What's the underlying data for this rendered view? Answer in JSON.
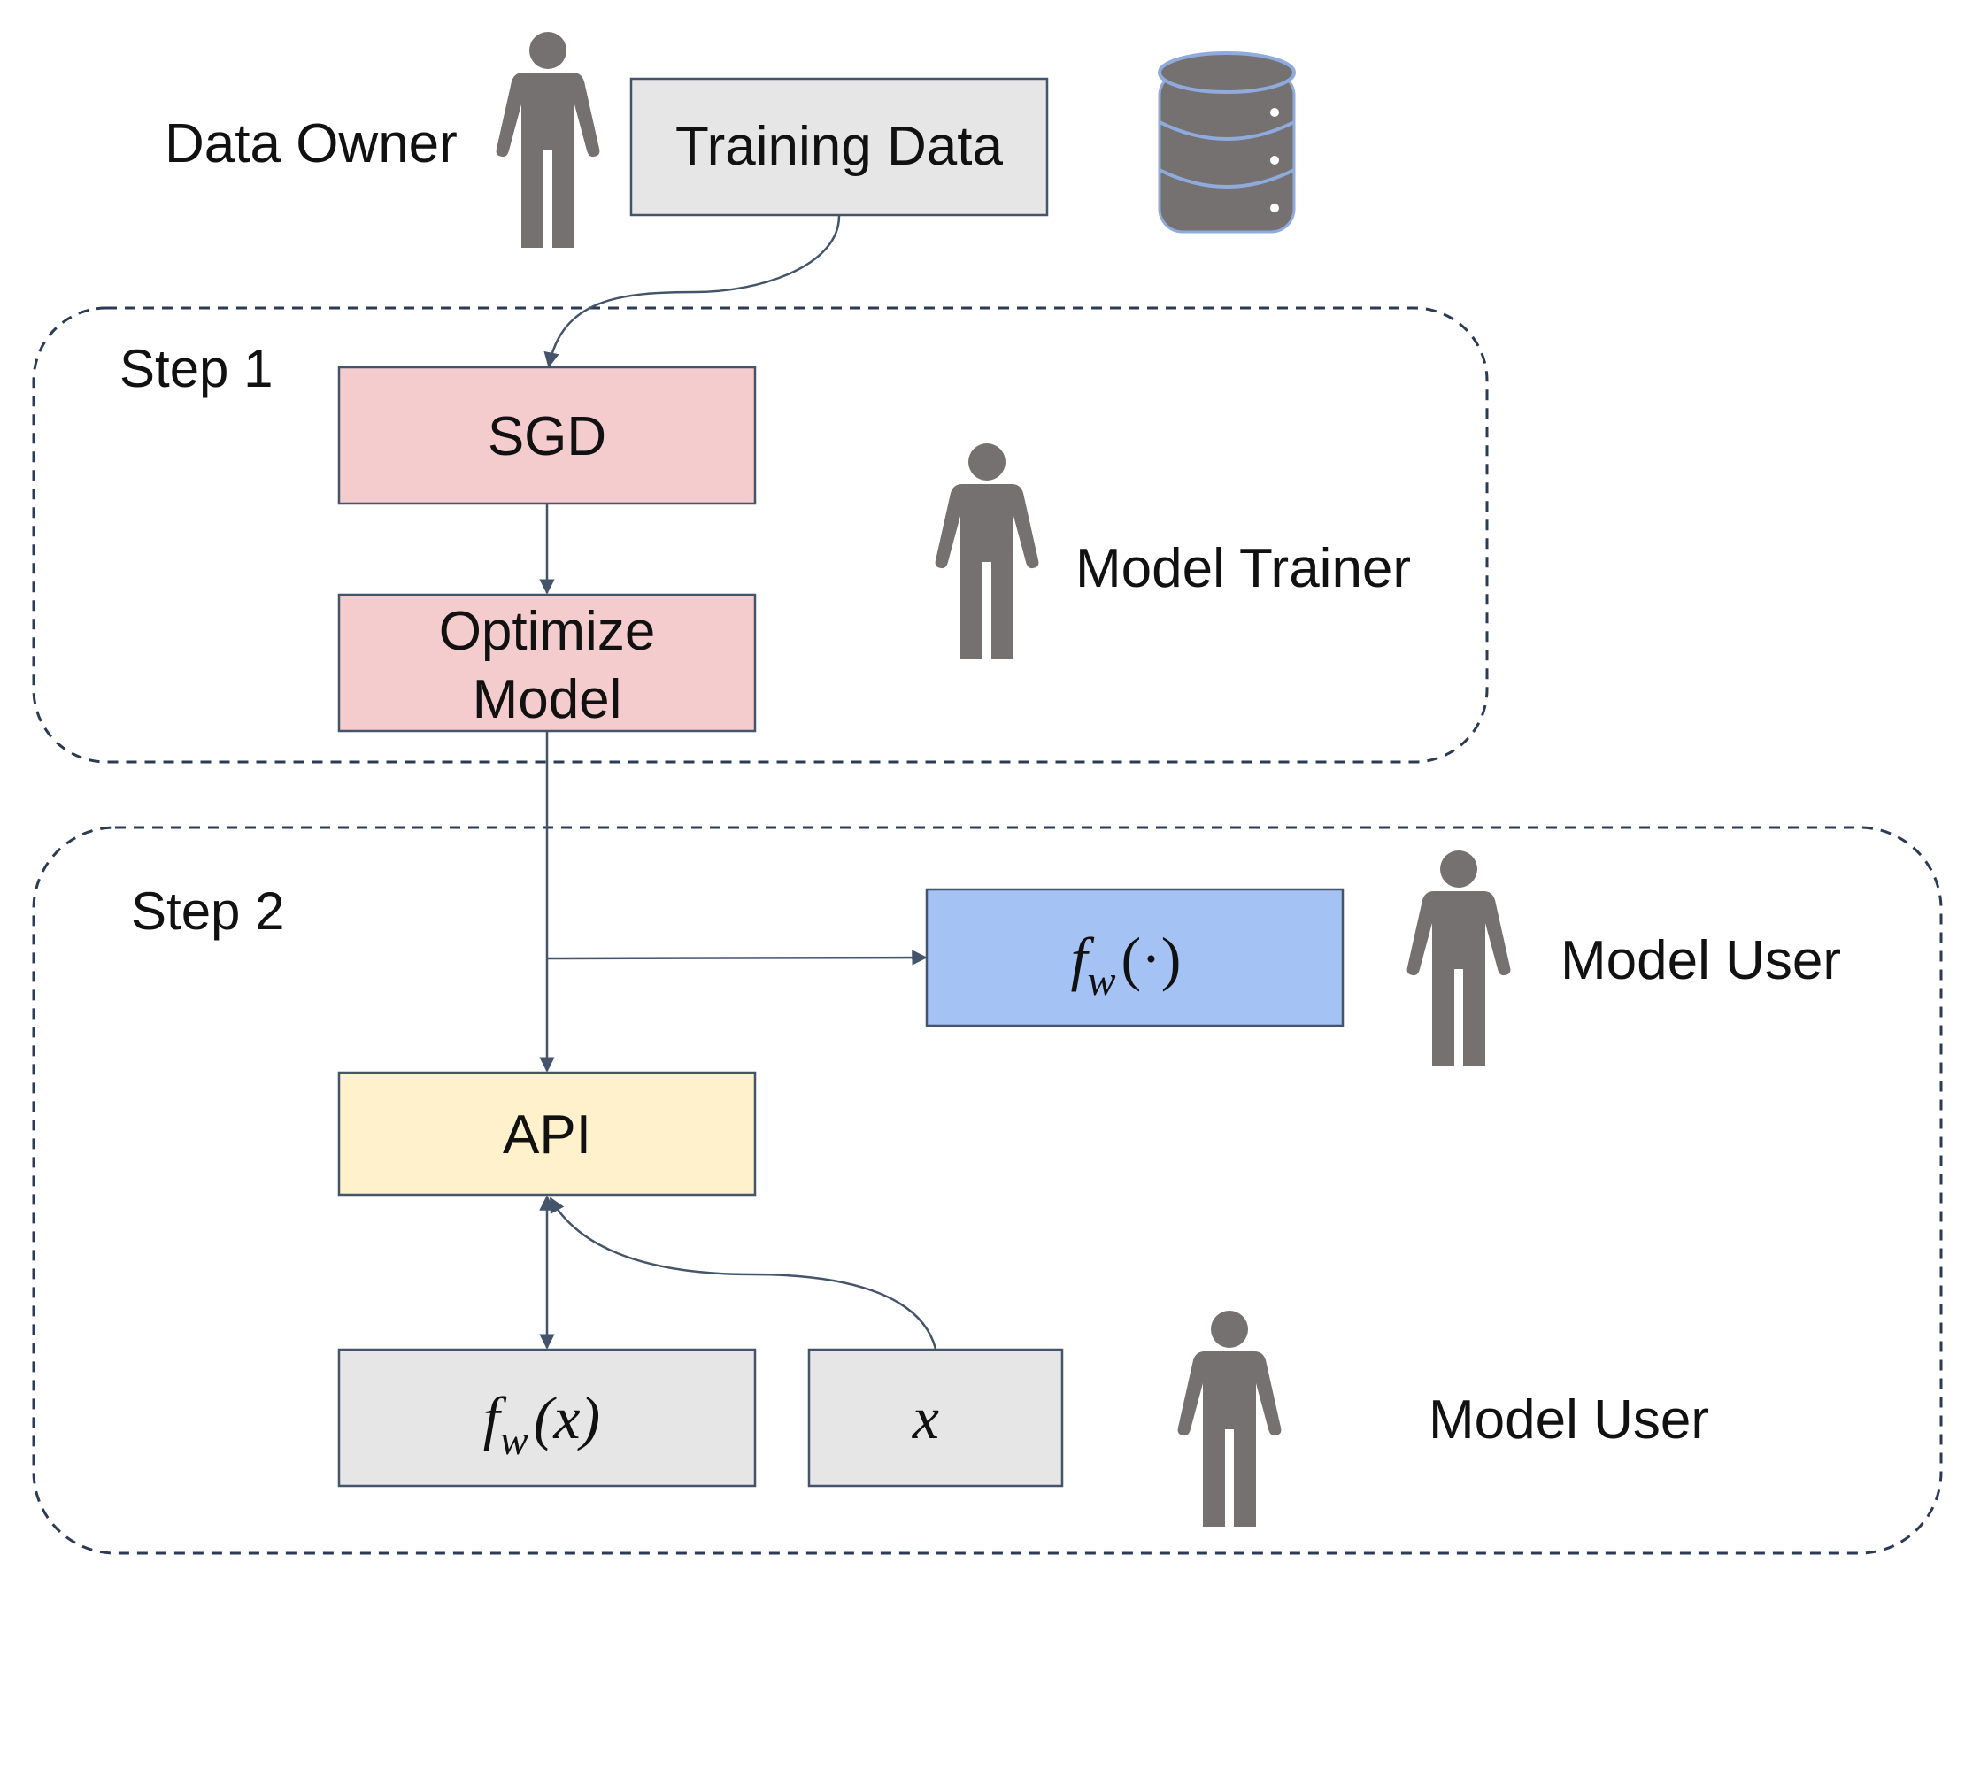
{
  "actors": {
    "data_owner": "Data Owner",
    "model_trainer": "Model Trainer",
    "model_user_api": "Model User",
    "model_user_query": "Model User"
  },
  "steps": {
    "step1": "Step 1",
    "step2": "Step 2"
  },
  "nodes": {
    "training_data": "Training Data",
    "sgd": "SGD",
    "optimize_line1": "Optimize",
    "optimize_line2": "Model",
    "api": "API",
    "fw_func_f": "f",
    "fw_func_w": "w",
    "fw_func_args": "(·)",
    "fw_x_f": "f",
    "fw_x_w": "w",
    "fw_x_args": "(x)",
    "x": "x"
  },
  "colors": {
    "training_data_fill": "#e6e6e6",
    "sgd_fill": "#f4cccd",
    "optimize_fill": "#f4cccd",
    "fw_func_fill": "#a4c2f4",
    "api_fill": "#fff1cc",
    "output_fill": "#e6e6e6",
    "x_fill": "#e6e6e6",
    "person": "#767171",
    "database": "#767171",
    "database_stroke": "#8faadc"
  },
  "icons": {
    "person": "person-icon",
    "database": "database-icon"
  }
}
